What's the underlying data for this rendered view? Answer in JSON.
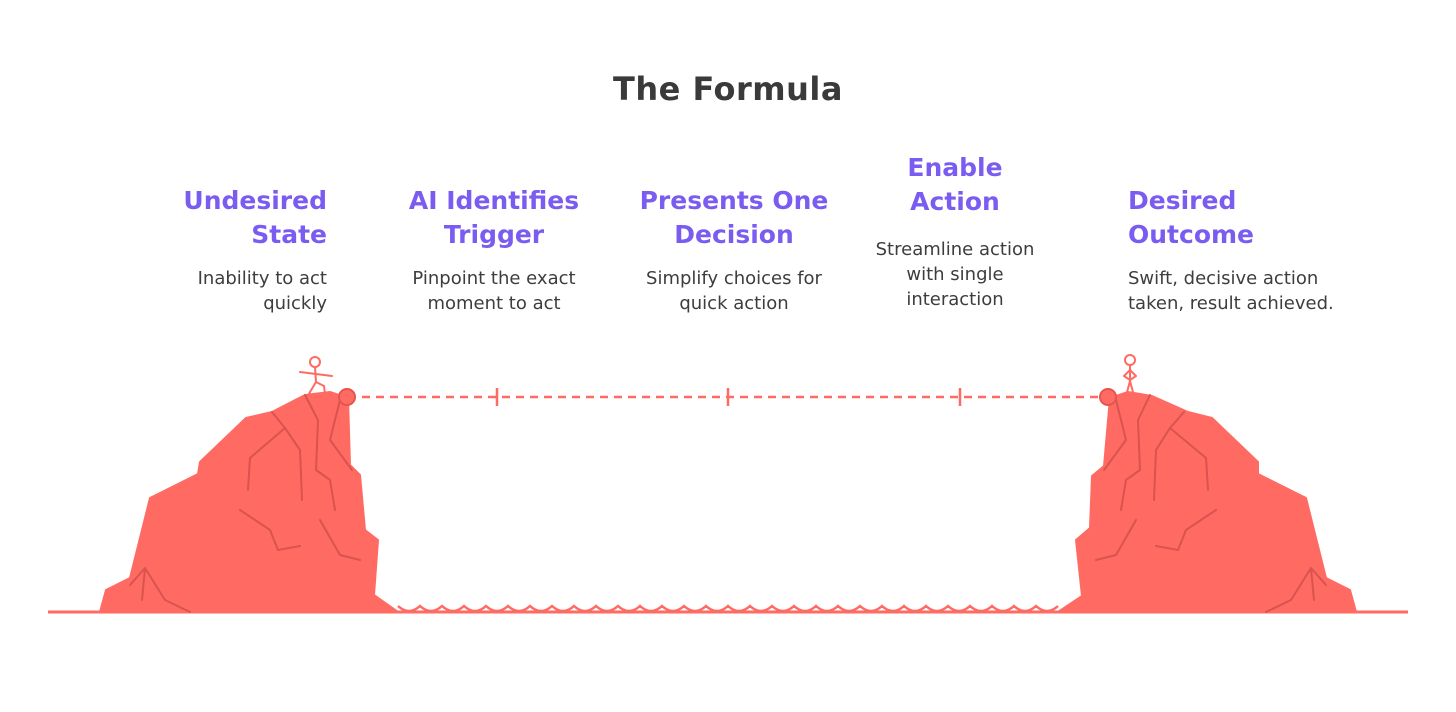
{
  "title": "The Formula",
  "steps": [
    {
      "heading": "Undesired State",
      "heading_lines": [
        "Undesired",
        "State"
      ],
      "desc_lines": [
        "Inability to act",
        "quickly"
      ]
    },
    {
      "heading": "AI Identifies Trigger",
      "heading_lines": [
        "AI Identifies",
        "Trigger"
      ],
      "desc_lines": [
        "Pinpoint the exact",
        "moment to act"
      ]
    },
    {
      "heading": "Presents One Decision",
      "heading_lines": [
        "Presents One",
        "Decision"
      ],
      "desc_lines": [
        "Simplify choices for",
        "quick action"
      ]
    },
    {
      "heading": "Enable Action",
      "heading_lines": [
        "Enable",
        "Action"
      ],
      "desc_lines": [
        "Streamline action",
        "with single",
        "interaction"
      ]
    },
    {
      "heading": "Desired Outcome",
      "heading_lines": [
        "Desired",
        "Outcome"
      ],
      "desc_lines": [
        "Swift, decisive action",
        "taken, result achieved."
      ]
    }
  ],
  "colors": {
    "accent": "#7b5cf0",
    "rock": "#ff6b63",
    "rock_line": "#d9534f",
    "text": "#3d3d3d",
    "title": "#3a3a3a"
  },
  "icons": [
    "person-walking-icon",
    "person-standing-icon",
    "bridge-dashed-line",
    "left-cliff",
    "right-cliff",
    "water-wave-line"
  ]
}
